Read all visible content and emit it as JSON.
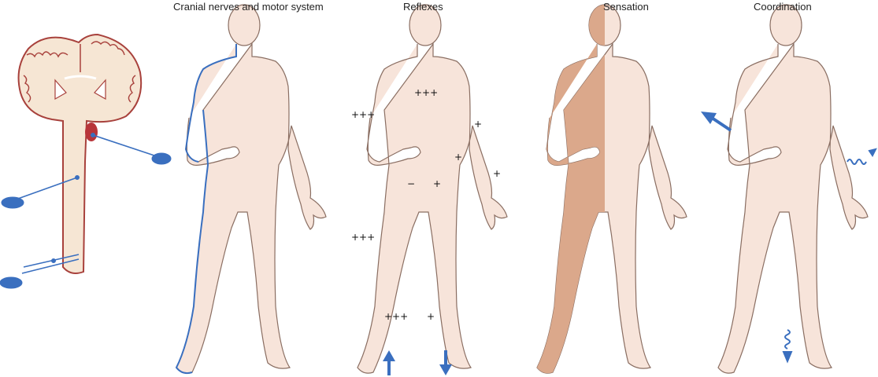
{
  "panels": [
    {
      "id": "motor",
      "title": "Cranial nerves and motor system"
    },
    {
      "id": "reflexes",
      "title": "Reflexes"
    },
    {
      "id": "sensation",
      "title": "Sensation"
    },
    {
      "id": "coordination",
      "title": "Coordination"
    }
  ],
  "reflex_marks": {
    "right_biceps": "+++",
    "chest": "+++",
    "left_arm_1": "+",
    "left_arm_2": "+",
    "left_hand": "+",
    "abdominal_right": "−",
    "abdominal_left": "+",
    "right_knee": "+++",
    "right_ankle": "+++",
    "left_ankle": "+"
  },
  "colors": {
    "skin": "#f7e4da",
    "skin_stroke": "#8a6e62",
    "brain_fill": "#f6e6d4",
    "brain_stroke": "#a8413c",
    "lesion": "#b8353a",
    "accent_blue": "#3a6fbf",
    "sensory_loss": "#dba88b"
  },
  "icons": [
    "brainstem-lesion",
    "neuron-icon",
    "plantar-up-arrow",
    "plantar-down-arrow",
    "ataxia-arrow",
    "tremor-arrow"
  ]
}
